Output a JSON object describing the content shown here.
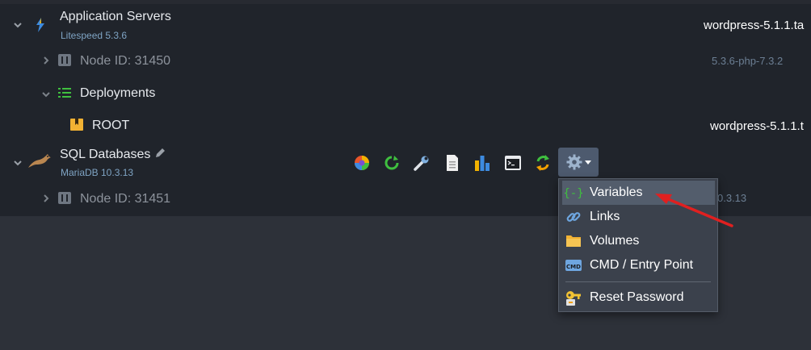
{
  "nodes": [
    {
      "title": "Application Servers",
      "subtitle": "Litespeed 5.3.6",
      "right_text": "wordpress-5.1.1.ta"
    },
    {
      "title": "Node ID: 31450",
      "version": "5.3.6-php-7.3.2"
    },
    {
      "title": "Deployments"
    },
    {
      "title": "ROOT",
      "right_text": "wordpress-5.1.1.t"
    },
    {
      "title": "SQL Databases",
      "subtitle": "MariaDB 10.3.13"
    },
    {
      "title": "Node ID: 31451",
      "version": "0.3.13"
    }
  ],
  "toolbar": {
    "icons": [
      "open-in-browser-icon",
      "restart-icon",
      "config-icon",
      "log-icon",
      "statistics-icon",
      "web-ssh-icon",
      "redeploy-icon",
      "settings-gear-icon"
    ]
  },
  "menu": {
    "items": [
      {
        "label": "Variables",
        "icon": "variables-icon",
        "active": true
      },
      {
        "label": "Links",
        "icon": "links-icon"
      },
      {
        "label": "Volumes",
        "icon": "volumes-icon"
      },
      {
        "label": "CMD / Entry Point",
        "icon": "cmd-icon"
      },
      {
        "label": "Reset Password",
        "icon": "reset-password-icon"
      }
    ]
  },
  "colors": {
    "panel": "#20242b",
    "background": "#2d3139",
    "menu": "#3b414c",
    "highlight": "#535d6c",
    "arrow": "#e02020"
  }
}
